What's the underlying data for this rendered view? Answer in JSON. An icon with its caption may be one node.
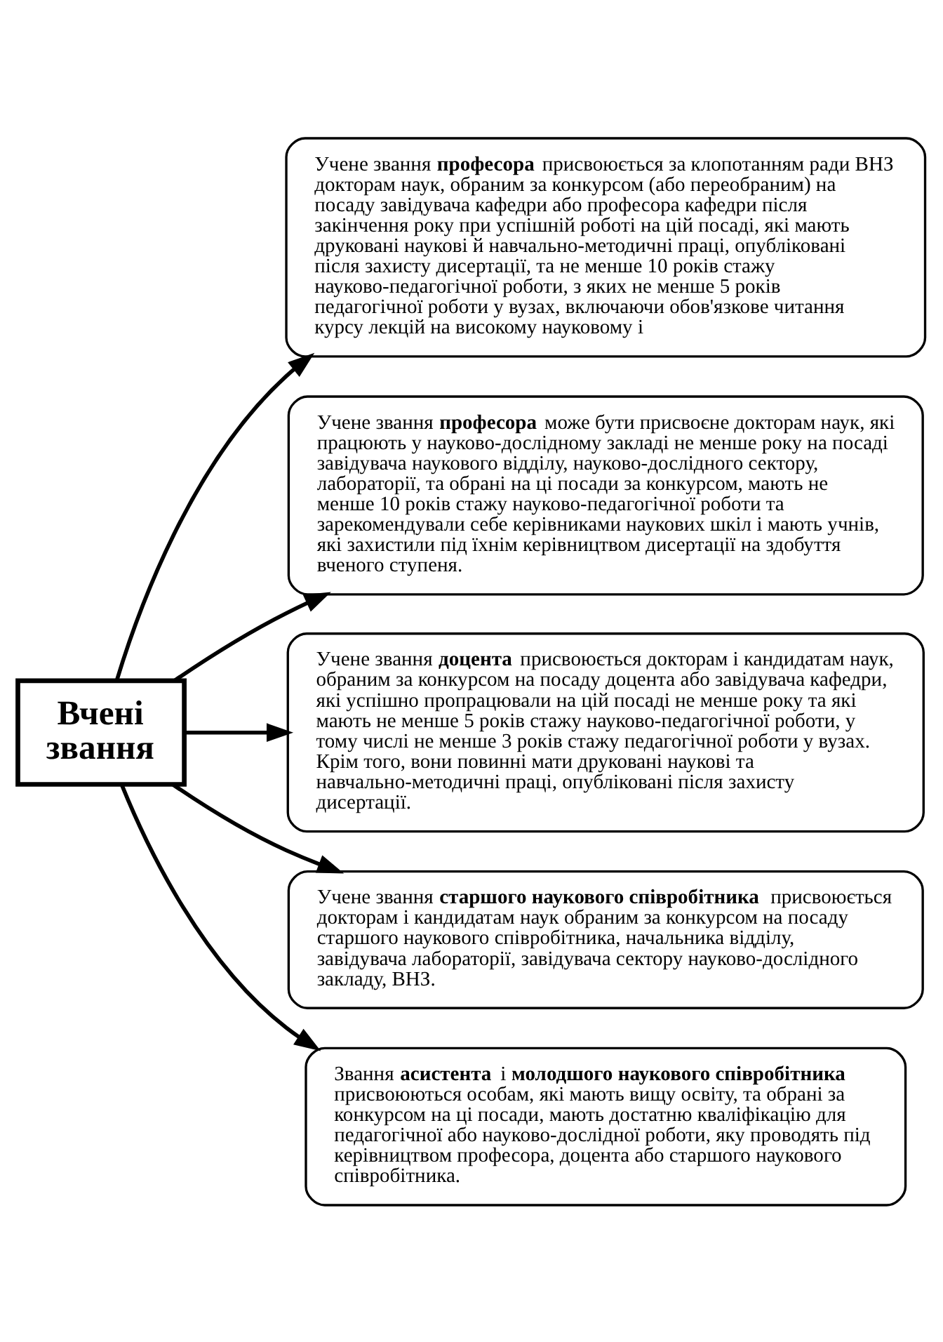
{
  "diagram": {
    "nodes": [
      {
        "text": [
          "Вчені звання"
        ]
      },
      {
        "text": [
          "Учене звання **професора** присвоюється за клопотанням ради ВНЗ докторам наук, обраним за конкурсом (або переобраним) на посаду завідувача кафедри або професора кафедри після закінчення року при успішній роботі на цій посаді, які мають друковані наукові й навчально-методичні праці, опубліковані після захисту дисертації, та не менше 10 років стажу науково-педагогічної роботи, з яких не менше 5 років педагогічної роботи у вузах, включаючи обов'язкове читання курсу лекцій на високому науковому і"
        ]
      },
      {
        "text": [
          "Учене звання **професора** може бути присвоєне докторам наук, які працюють у науково-дослідному закладі не менше року на посаді завідувача наукового відділу, науково-дослідного сектору, лабораторії, та обрані на ці посади за конкурсом, мають не менше 10 років стажу науково-педагогічної роботи та зарекомендували себе керівниками наукових шкіл і мають учнів, які захистили під їхнім керівництвом дисертації на здобуття вченого ступеня."
        ]
      },
      {
        "text": [
          "Учене звання **доцента** присвоюється докторам і кандидатам наук, обраним за конкурсом на посаду доцента або завідувача кафедри, які успішно пропрацювали на цій посаді не менше року та які мають не менше 5 років стажу науково-педагогічної роботи, у тому числі не менше 3 років стажу педагогічної роботи у вузах. Крім того, вони повинні мати друковані наукові та навчально-методичні праці, опубліковані після захисту дисертації."
        ]
      },
      {
        "text": [
          "Учене звання **старшого наукового співробітника** присвоюється докторам і кандидатам наук обраним за конкурсом на посаду старшого наукового співробітника, начальника відділу, завідувача лабораторії, завідувача сектору науково-дослідного закладу, ВНЗ."
        ]
      },
      {
        "text": [
          "Звання **асистента** і **молодшого наукового співробітника** присвоюються особам, які мають вищу освіту, та обрані за конкурсом на ці посади, мають достатню кваліфікацію для педагогічної або науково-дослідної роботи, яку проводять під керівництвом професора, доцента або старшого наукового співробітника."
        ]
      }
    ],
    "edges": [
      {
        "from": 0,
        "to": 1,
        "arrow": "to"
      },
      {
        "from": 0,
        "to": 2,
        "arrow": "to"
      },
      {
        "from": 0,
        "to": 3,
        "arrow": "to"
      },
      {
        "from": 0,
        "to": 4,
        "arrow": "to"
      },
      {
        "from": 0,
        "to": 5,
        "arrow": "to"
      }
    ]
  }
}
